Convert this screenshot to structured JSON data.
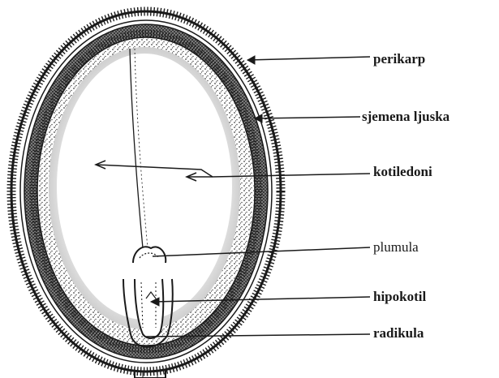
{
  "labels": [
    {
      "text": "perikarp"
    },
    {
      "text": "sjemena ljuska"
    },
    {
      "text": "kotiledoni"
    },
    {
      "text": "plumula"
    },
    {
      "text": "hipokotil"
    },
    {
      "text": "radikula"
    }
  ],
  "colors": {
    "ink": "#1a1a1a",
    "fill": "#ffffff"
  }
}
